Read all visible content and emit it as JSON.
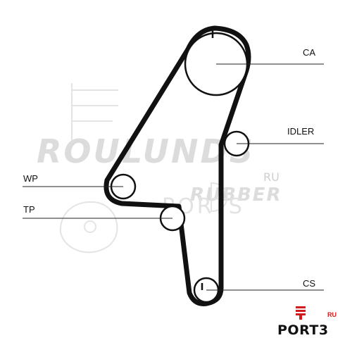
{
  "labels": {
    "ca": "CA",
    "idler": "IDLER",
    "wp": "WP",
    "tp": "TP",
    "cs": "CS"
  },
  "watermark": {
    "brand": "ROULUNDS",
    "ru": "RU",
    "rubber": "RUBBER",
    "ports": "PORTS"
  },
  "logo": {
    "word": "PORT3",
    "ru": "RU",
    "accent_color": "#d01c1c"
  },
  "colors": {
    "belt": "#111111",
    "line": "#222222",
    "watermark": "#dcdcdc"
  }
}
